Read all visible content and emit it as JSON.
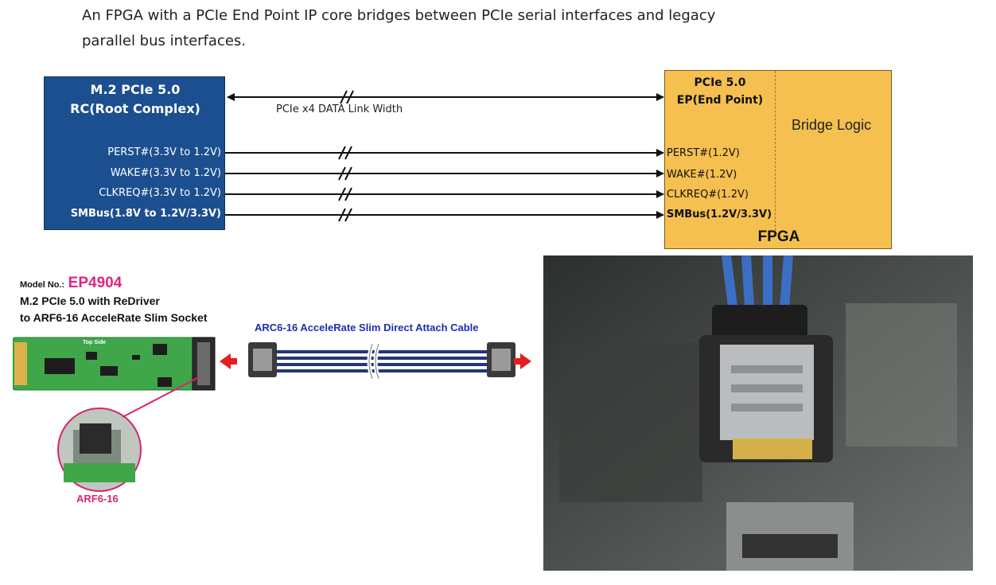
{
  "intro": {
    "line1": "An FPGA with a PCIe End Point IP core bridges between PCIe serial interfaces and legacy",
    "line2": "parallel bus interfaces."
  },
  "rc": {
    "title1": "M.2 PCIe 5.0",
    "title2": "RC(Root Complex)",
    "signals": [
      "PERST#(3.3V to 1.2V)",
      "WAKE#(3.3V to 1.2V)",
      "CLKREQ#(3.3V to 1.2V)",
      "SMBus(1.8V to 1.2V/3.3V)"
    ]
  },
  "link": {
    "label": "PCIe x4 DATA Link Width"
  },
  "ep": {
    "title1": "PCIe 5.0",
    "title2": "EP(End Point)",
    "bridge": "Bridge Logic",
    "fpga": "FPGA",
    "signals": [
      "PERST#(1.2V)",
      "WAKE#(1.2V)",
      "CLKREQ#(1.2V)",
      "SMBus(1.2V/3.3V)"
    ]
  },
  "product": {
    "model_prefix": "Model No.:",
    "model_no": "EP4904",
    "line1": "M.2 PCIe 5.0 with ReDriver",
    "line2": "to ARF6-16 AcceleRate Slim Socket",
    "pcb_side": "Top Side",
    "zoom_label": "ARF6-16",
    "cable_label": "ARC6-16 AcceleRate Slim Direct Attach Cable"
  },
  "colors": {
    "rc_fill": "#1c4f8f",
    "ep_fill": "#f5c04f",
    "model_accent": "#e0257f",
    "cable_label": "#1a2fb0",
    "arrow_red": "#e02020",
    "pcb_green": "#3fa64a",
    "cable_blue": "#24357a"
  }
}
